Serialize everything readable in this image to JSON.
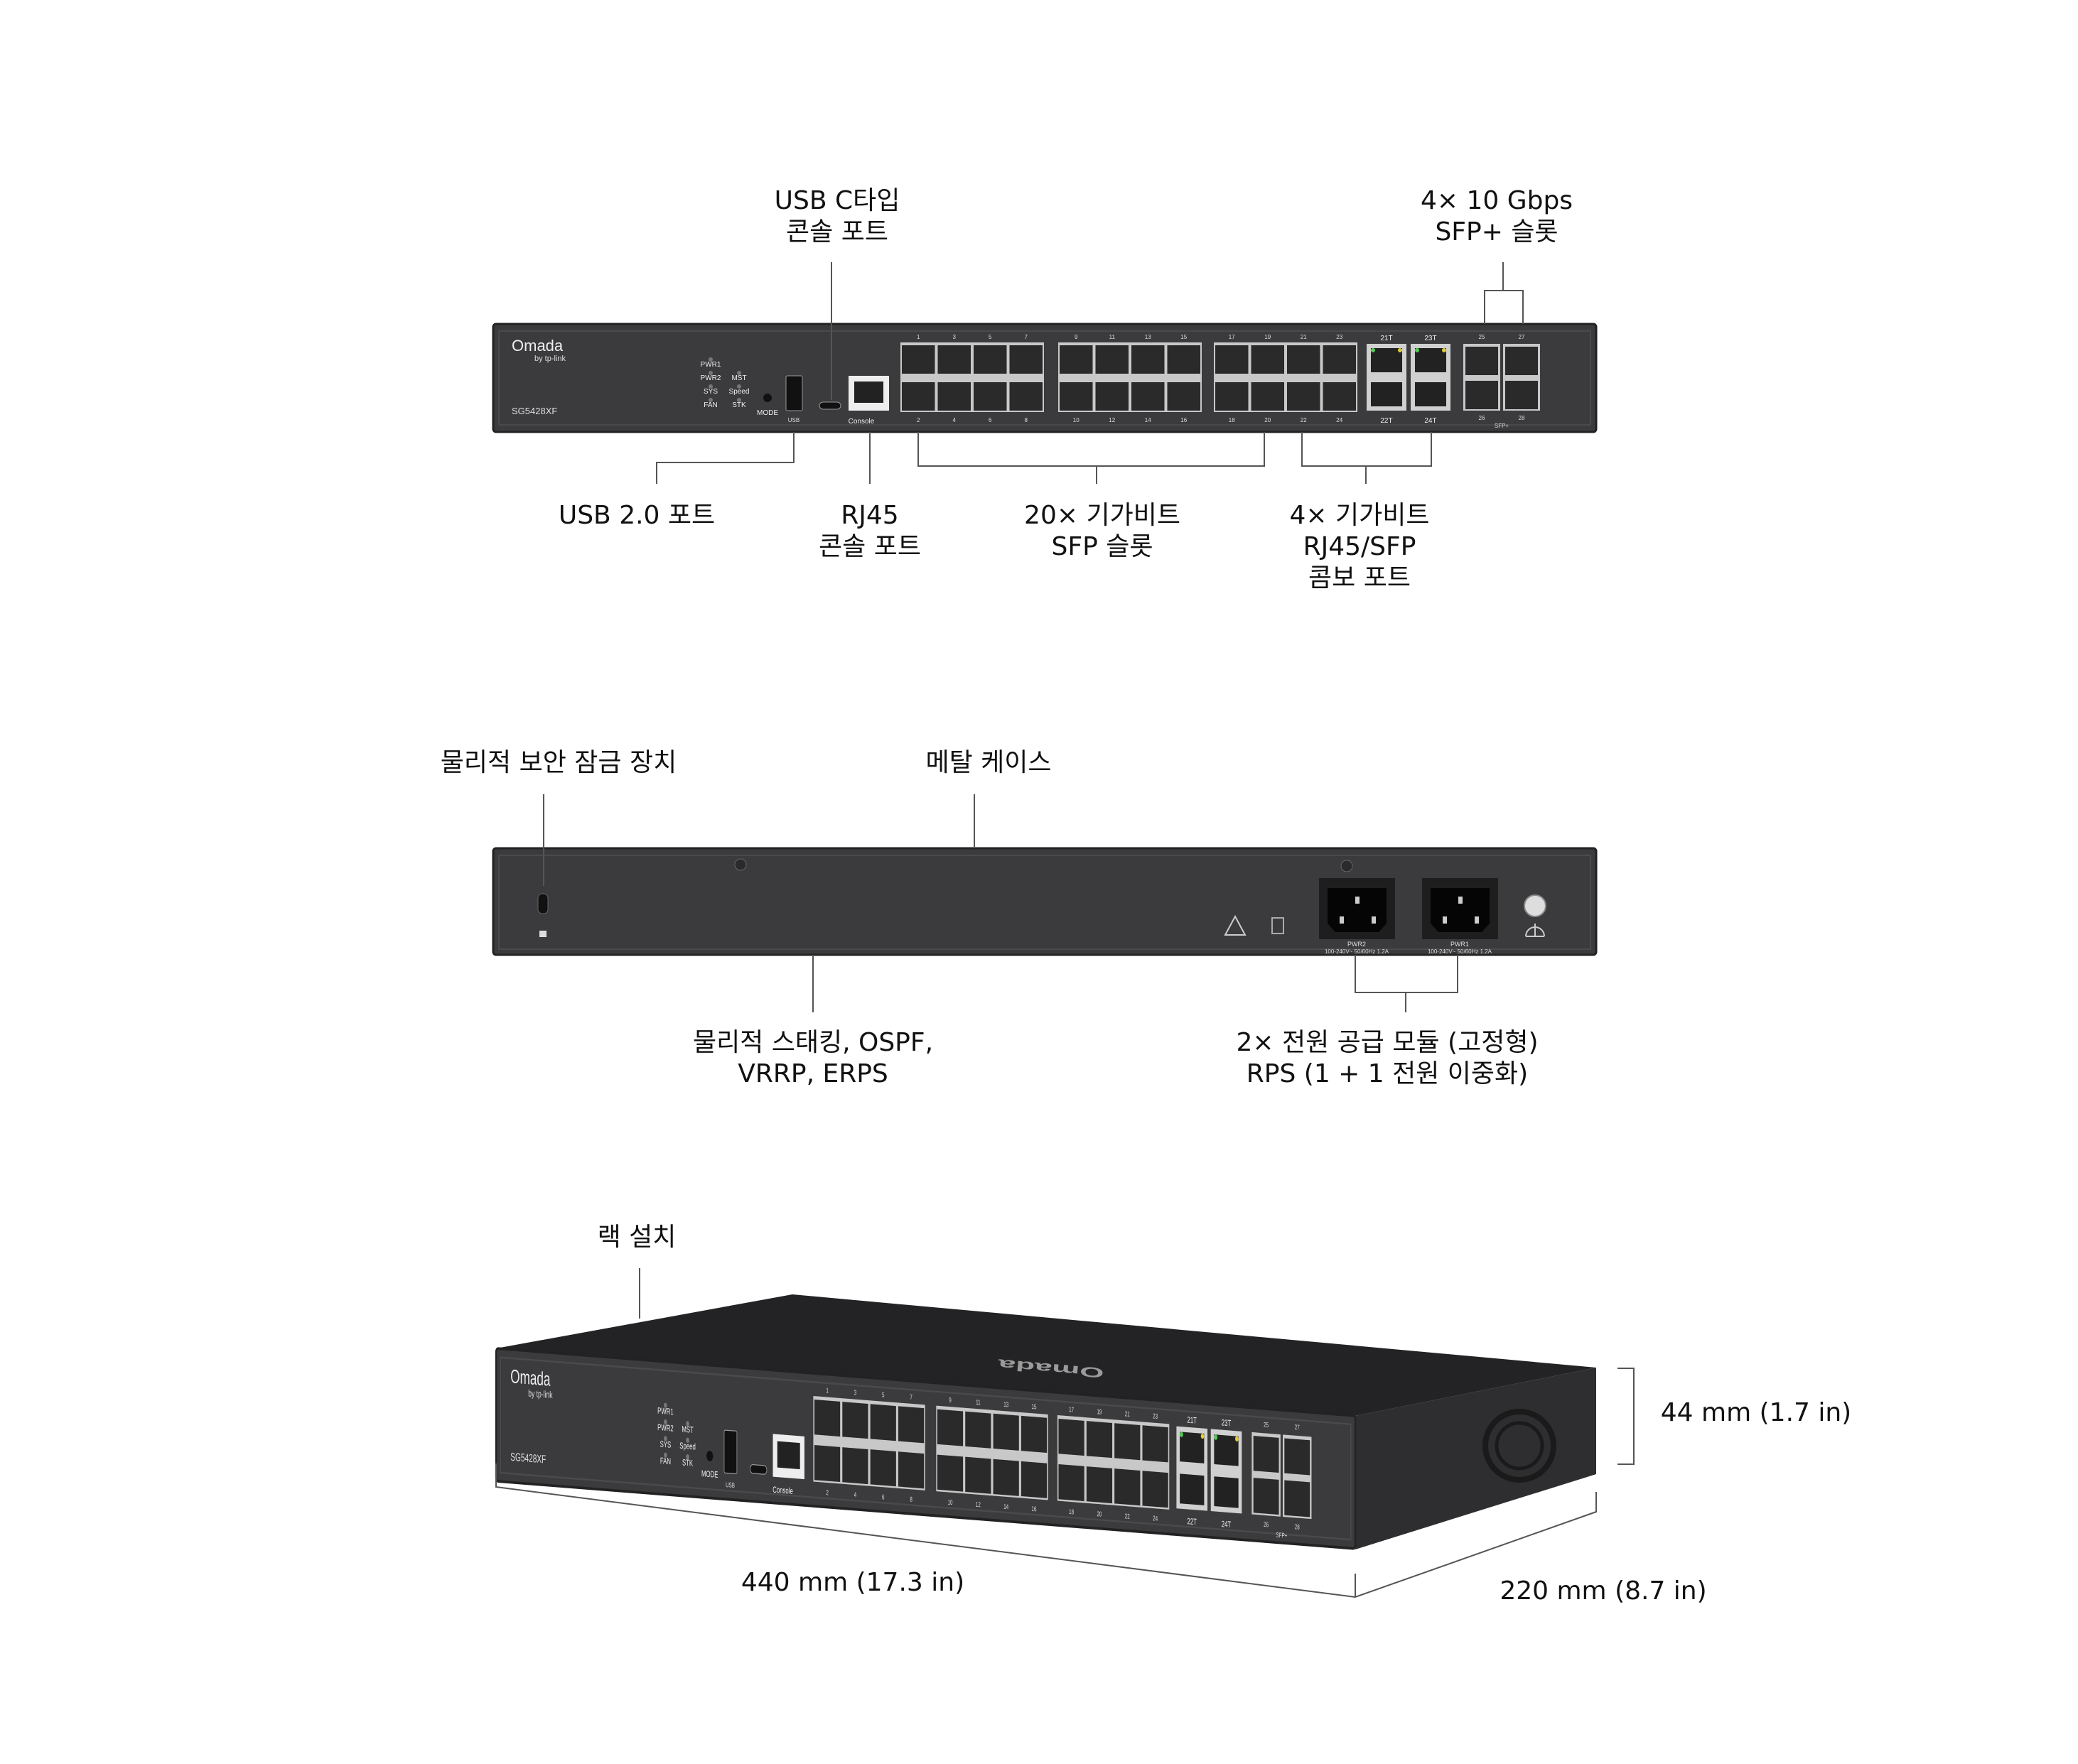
{
  "front": {
    "usbc_callout": [
      "USB C타입",
      "콘솔 포트"
    ],
    "sfpplus_callout": [
      "4× 10 Gbps",
      "SFP+ 슬롯"
    ],
    "usb2_callout": [
      "USB 2.0 포트"
    ],
    "rj45_callout": [
      "RJ45",
      "콘솔 포트"
    ],
    "sfp_callout": [
      "20× 기가비트",
      "SFP 슬롯"
    ],
    "combo_callout": [
      "4× 기가비트",
      "RJ45/SFP",
      "콤보 포트"
    ],
    "panel": {
      "brand": "Omada",
      "brand_sub": "by tp-link",
      "model": "SG5428XF",
      "leds_left": [
        "PWR1",
        "PWR2",
        "SYS",
        "FAN"
      ],
      "leds_right": [
        "MST",
        "Speed",
        "STK"
      ],
      "mode_label": "MODE",
      "usb_label": "USB",
      "console_label": "Console",
      "sfpplus_label": "SFP+",
      "top_ports": [
        "1",
        "3",
        "5",
        "7",
        "9",
        "11",
        "13",
        "15",
        "17",
        "19",
        "21",
        "23"
      ],
      "bottom_ports": [
        "2",
        "4",
        "6",
        "8",
        "10",
        "12",
        "14",
        "16",
        "18",
        "20",
        "22",
        "24"
      ],
      "combo_top": [
        "21T",
        "23T"
      ],
      "combo_bottom": [
        "22T",
        "24T"
      ],
      "sfpplus_top": [
        "25",
        "27"
      ],
      "sfpplus_bottom": [
        "26",
        "28"
      ]
    }
  },
  "rear": {
    "lock_callout": [
      "물리적 보안 잠금 장치"
    ],
    "metal_callout": [
      "메탈 케이스"
    ],
    "stacking_callout": [
      "물리적 스태킹, OSPF,",
      "VRRP, ERPS"
    ],
    "power_callout": [
      "2× 전원 공급 모듈 (고정형)",
      "RPS (1 + 1 전원 이중화)"
    ],
    "pwr2_label": "PWR2",
    "pwr1_label": "PWR1",
    "power_rating": "100-240V~ 50/60Hz 1.2A"
  },
  "perspective": {
    "rack_callout": [
      "랙 설치"
    ],
    "height_dim": "44 mm (1.7 in)",
    "width_dim": "440 mm (17.3 in)",
    "depth_dim": "220 mm (8.7 in)"
  },
  "colors": {
    "chassis": "#3b3b3d",
    "chassis_edge": "#2a2a2b",
    "line": "#555555",
    "text": "#111111"
  }
}
